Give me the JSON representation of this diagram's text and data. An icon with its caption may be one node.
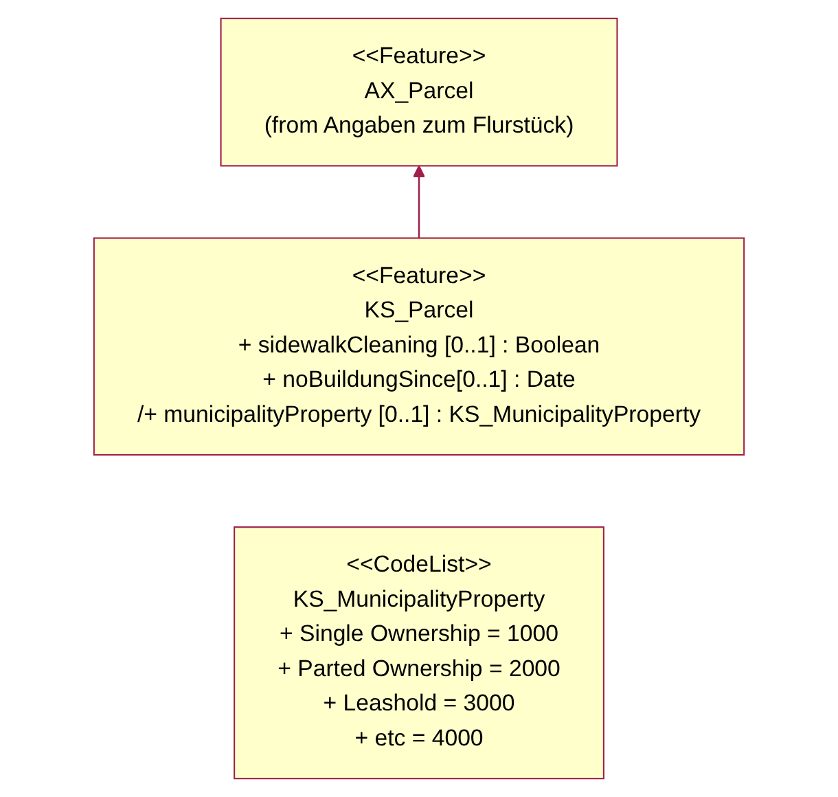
{
  "diagram": {
    "nodes": [
      {
        "text": [
          "<<Feature>>",
          "AX_Parcel",
          "(from Angaben zum Flurstück)"
        ]
      },
      {
        "text": [
          "<<Feature>>",
          "KS_Parcel",
          "+ sidewalkCleaning [0..1] : Boolean",
          "+ noBuildungSince[0..1] : Date",
          "/+ municipalityProperty [0..1] : KS_MunicipalityProperty"
        ]
      },
      {
        "text": [
          "<<CodeList>>",
          "KS_MunicipalityProperty",
          "+ Single Ownership =  1000",
          "+ Parted Ownership = 2000",
          "+ Leashold = 3000",
          "+ etc = 4000"
        ]
      }
    ],
    "edges": [
      {
        "from": 1,
        "to": 0,
        "arrow": "to"
      }
    ]
  }
}
